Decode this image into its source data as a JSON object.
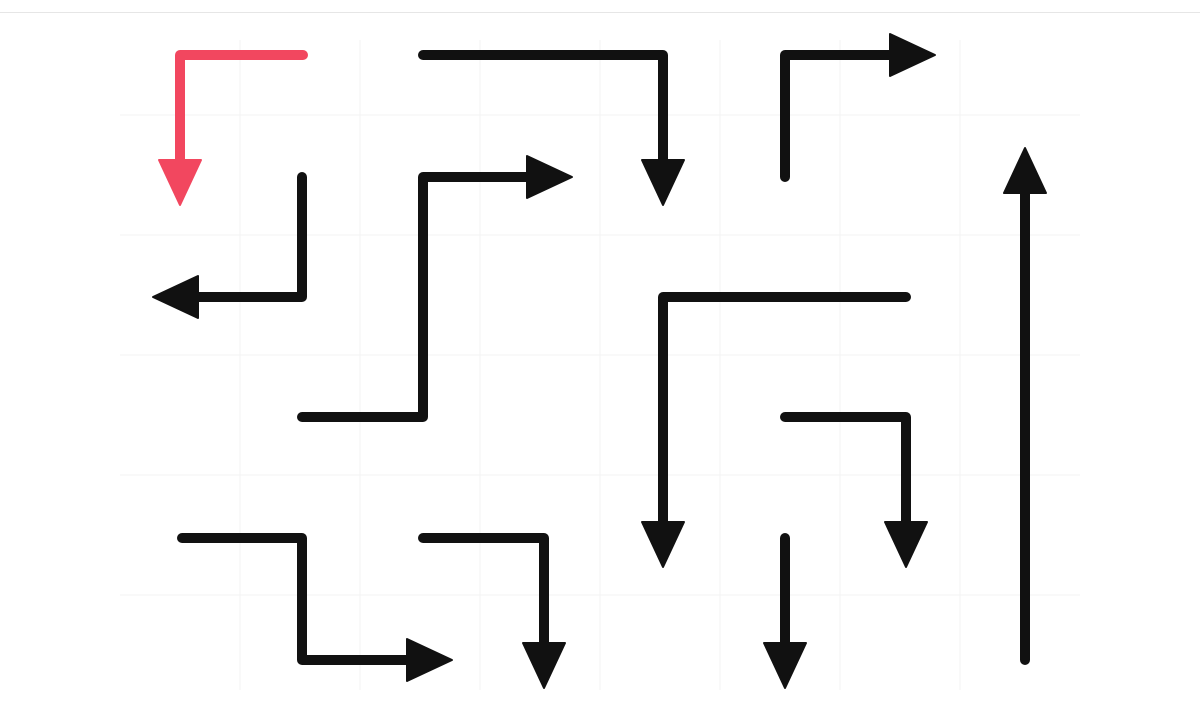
{
  "puzzle": {
    "colors": {
      "background": "#ffffff",
      "arrow_default": "#111111",
      "arrow_highlight": "#f2475f"
    },
    "arrows": [
      {
        "id": "arrow-01",
        "highlighted": true
      },
      {
        "id": "arrow-02",
        "highlighted": false
      },
      {
        "id": "arrow-03",
        "highlighted": false
      },
      {
        "id": "arrow-04",
        "highlighted": false
      },
      {
        "id": "arrow-05",
        "highlighted": false
      },
      {
        "id": "arrow-06",
        "highlighted": false
      },
      {
        "id": "arrow-07",
        "highlighted": false
      },
      {
        "id": "arrow-08",
        "highlighted": false
      },
      {
        "id": "arrow-09",
        "highlighted": false
      },
      {
        "id": "arrow-10",
        "highlighted": false
      },
      {
        "id": "arrow-11",
        "highlighted": false
      },
      {
        "id": "arrow-12",
        "highlighted": false
      },
      {
        "id": "arrow-13",
        "highlighted": false
      }
    ]
  }
}
